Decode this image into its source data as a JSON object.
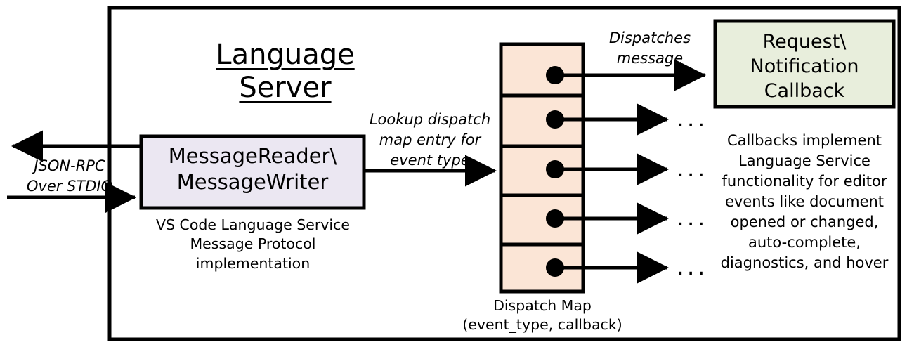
{
  "diagram": {
    "title": "Language Server",
    "outer_border_color": "#000000",
    "background": "#ffffff"
  },
  "io": {
    "label": "JSON-RPC\nOver STDIO",
    "outbound_arrow": "arrow-left-json-rpc-out",
    "inbound_arrow": "arrow-right-json-rpc-in"
  },
  "message_box": {
    "label": "MessageReader\\\nMessageWriter",
    "fill": "#EBE7F2",
    "stroke": "#000000",
    "caption": "VS Code Language Service\nMessage Protocol implementation"
  },
  "lookup_edge": {
    "label": "Lookup dispatch\nmap entry for\nevent type"
  },
  "dispatch_map": {
    "caption": "Dispatch Map\n(event_type, callback)",
    "fill": "#FBE5D6",
    "stroke": "#000000",
    "rows": [
      {
        "id": "row-1",
        "dot": "entry-dot",
        "target": "callback-box"
      },
      {
        "id": "row-2",
        "dot": "entry-dot",
        "target": "ellipsis"
      },
      {
        "id": "row-3",
        "dot": "entry-dot",
        "target": "ellipsis"
      },
      {
        "id": "row-4",
        "dot": "entry-dot",
        "target": "ellipsis"
      },
      {
        "id": "row-5",
        "dot": "entry-dot",
        "target": "ellipsis"
      }
    ],
    "ellipsis_glyph": "..."
  },
  "dispatch_edge": {
    "label": "Dispatches\nmessage"
  },
  "callback_box": {
    "label": "Request\\\nNotification\nCallback",
    "fill": "#E8EEDC",
    "stroke": "#000000",
    "caption": "Callbacks implement\nLanguage Service\nfunctionality for editor\nevents like document\nopened or changed,\nauto-complete,\ndiagnostics, and hover"
  }
}
